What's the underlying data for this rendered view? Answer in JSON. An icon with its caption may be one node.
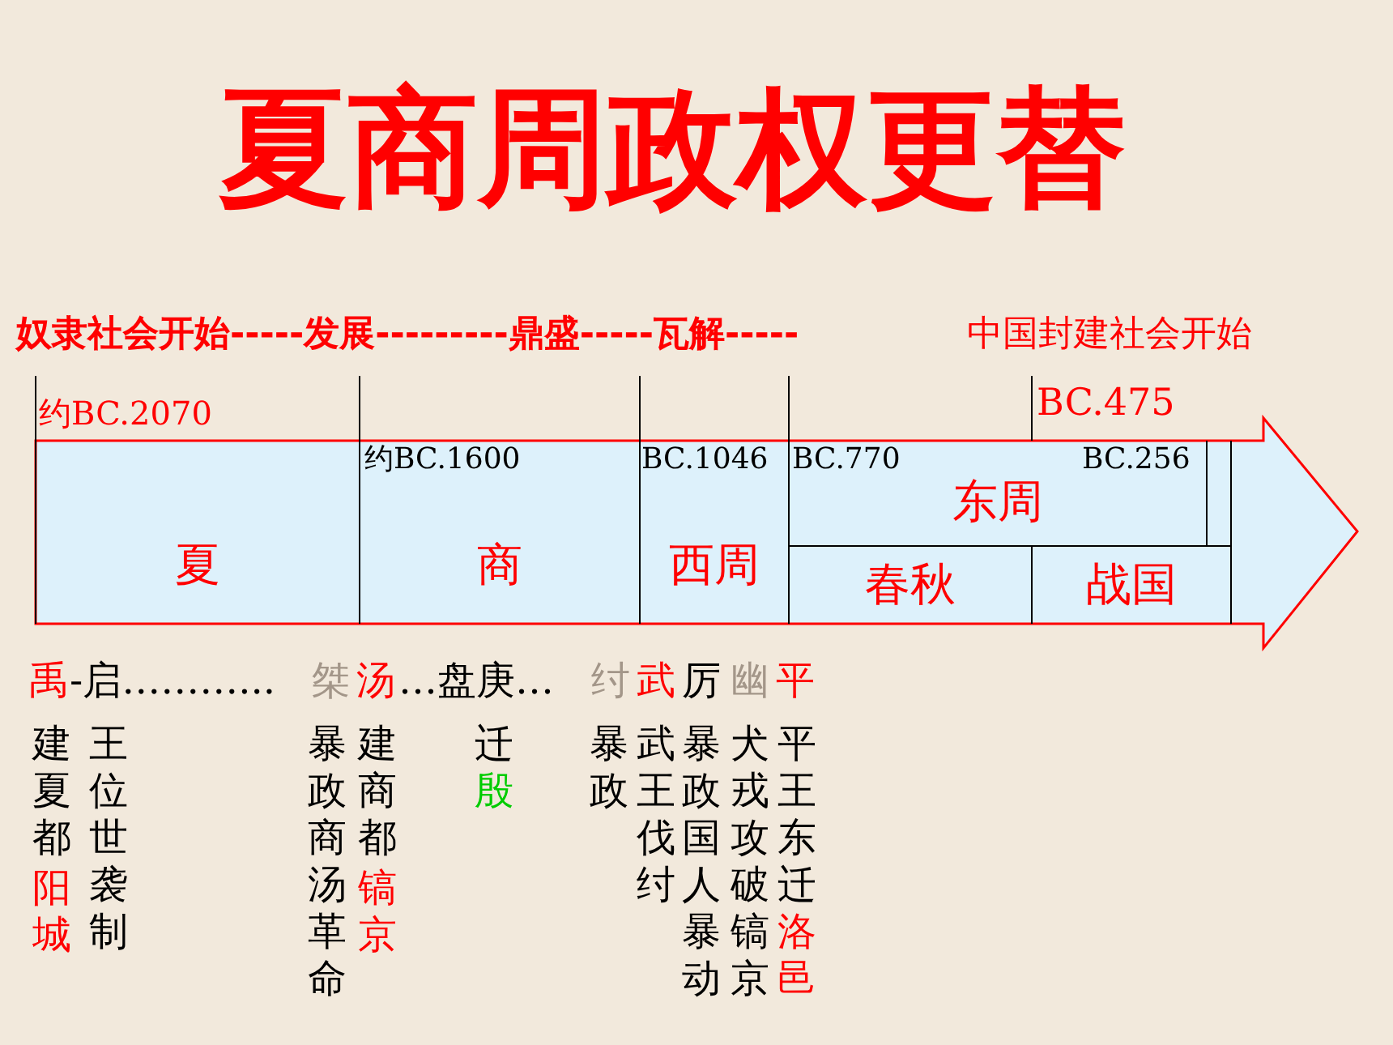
{
  "diagram": {
    "title": "夏商周政权更替",
    "nodes": [
      {
        "text": [
          "夏"
        ]
      },
      {
        "text": [
          "商"
        ]
      },
      {
        "text": [
          "西周"
        ]
      },
      {
        "text": [
          "东周"
        ]
      },
      {
        "text": [
          "春秋"
        ]
      },
      {
        "text": [
          "战国"
        ]
      }
    ],
    "labels": [
      "奴隶社会开始-----发展---------鼎盛-----瓦解-----",
      "中国封建社会开始",
      "约BC.2070",
      "BC.475",
      "约BC.1600",
      "BC.1046",
      "BC.770",
      "BC.256",
      "禹",
      "-启………...",
      "桀",
      "汤",
      "…盘庚…",
      "纣",
      "武",
      "厉",
      "幽",
      "平",
      "建夏都",
      "阳城",
      "王位世袭制",
      "暴政商汤革命",
      "建商都",
      "镐京",
      "迁",
      "殷",
      "暴政",
      "武王伐纣",
      "暴政国人暴动",
      "犬戎攻破镐京",
      "平王东迁",
      "洛邑"
    ]
  }
}
